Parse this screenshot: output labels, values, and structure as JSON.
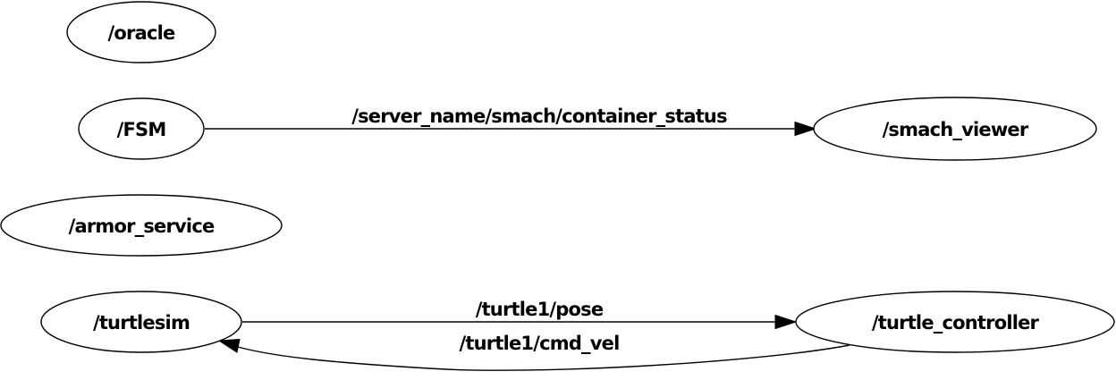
{
  "graph": {
    "nodes": {
      "oracle": "/oracle",
      "fsm": "/FSM",
      "smach_viewer": "/smach_viewer",
      "armor_service": "/armor_service",
      "turtlesim": "/turtlesim",
      "turtle_controller": "/turtle_controller"
    },
    "edges": {
      "container_status": "/server_name/smach/container_status",
      "pose": "/turtle1/pose",
      "cmd_vel": "/turtle1/cmd_vel"
    }
  }
}
